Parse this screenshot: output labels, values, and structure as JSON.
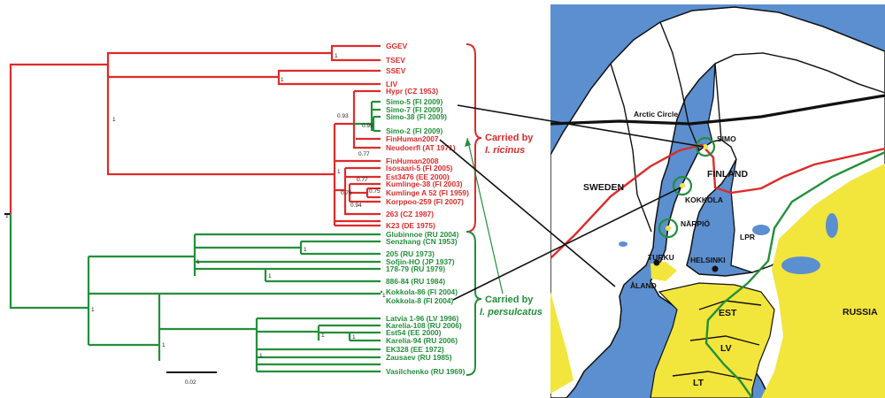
{
  "colors": {
    "ricinus": "#dd2b2b",
    "persulcatus": "#238f3a",
    "sea": "#5b8fcf",
    "land": "#ffffff",
    "persulcatus_range": "#f2e53c",
    "border": "#111111"
  },
  "tree": {
    "red_leaves": [
      "GGEV",
      "TSEV",
      "SSEV",
      "LIV",
      "Hypr (CZ 1953)",
      "FinHuman2007",
      "Neudoerfl (AT 1971)",
      "FinHuman2008",
      "Isosaari-5 (FI 2005)",
      "Est3476 (EE 2000)",
      "Kumlinge-38 (FI 2003)",
      "Kumlinge A 52 (FI 1959)",
      "Korppoo-259 (FI 2007)",
      "263 (CZ 1987)",
      "K23 (DE 1975)"
    ],
    "green_leaves": [
      "Simo-5 (FI 2009)",
      "Simo-7 (FI 2009)",
      "Simo-38 (FI 2009)",
      "Simo-2 (FI 2009)",
      "Glubinnoe (RU 2004)",
      "Senzhang (CN 1953)",
      "205 (RU 1973)",
      "Sofjin-HO (JP 1937)",
      "178-79 (RU 1979)",
      "886-84 (RU 1984)",
      "Kokkola-86 (FI 2004)",
      "Kokkola-8 (FI 2004)",
      "Latvia 1-96 (LV 1996)",
      "Karelia-108 (RU 2006)",
      "Est54 (EE 2000)",
      "Karelia-94 (RU 2006)",
      "EK328 (EE 1972)",
      "Zausaev (RU 1985)",
      "Vasilchenko (RU 1969)"
    ],
    "support_values": [
      "1",
      "0.93",
      "0.99",
      "0.77",
      "0.76",
      "0.75",
      "0.94"
    ],
    "scale_label": "0.02",
    "carried_ricinus_prefix": "Carried by",
    "carried_ricinus_species": "I. ricinus",
    "carried_persulcatus_prefix": "Carried by",
    "carried_persulcatus_species": "I. persulcatus"
  },
  "map": {
    "arctic_circle": "Arctic Circle",
    "countries": [
      "SWEDEN",
      "FINLAND",
      "RUSSIA",
      "EST",
      "LV",
      "LT"
    ],
    "places": [
      "SIMO",
      "KOKKOLA",
      "NÄRPIÖ",
      "LPR",
      "TURKU",
      "HELSINKI",
      "ÅLAND"
    ]
  }
}
